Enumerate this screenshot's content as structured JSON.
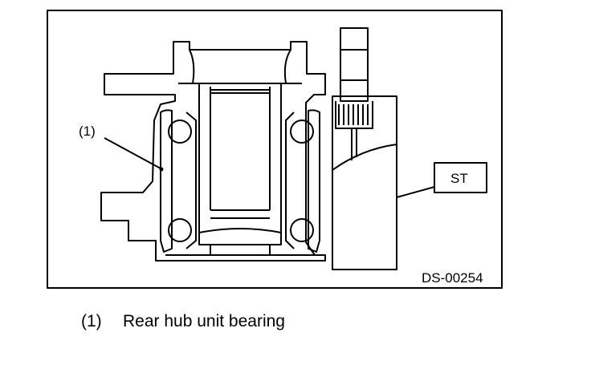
{
  "figure": {
    "callout_number": "(1)",
    "tool_label": "ST",
    "drawing_code": "DS-00254"
  },
  "legend": [
    {
      "number": "(1)",
      "text": "Rear hub unit bearing"
    }
  ]
}
